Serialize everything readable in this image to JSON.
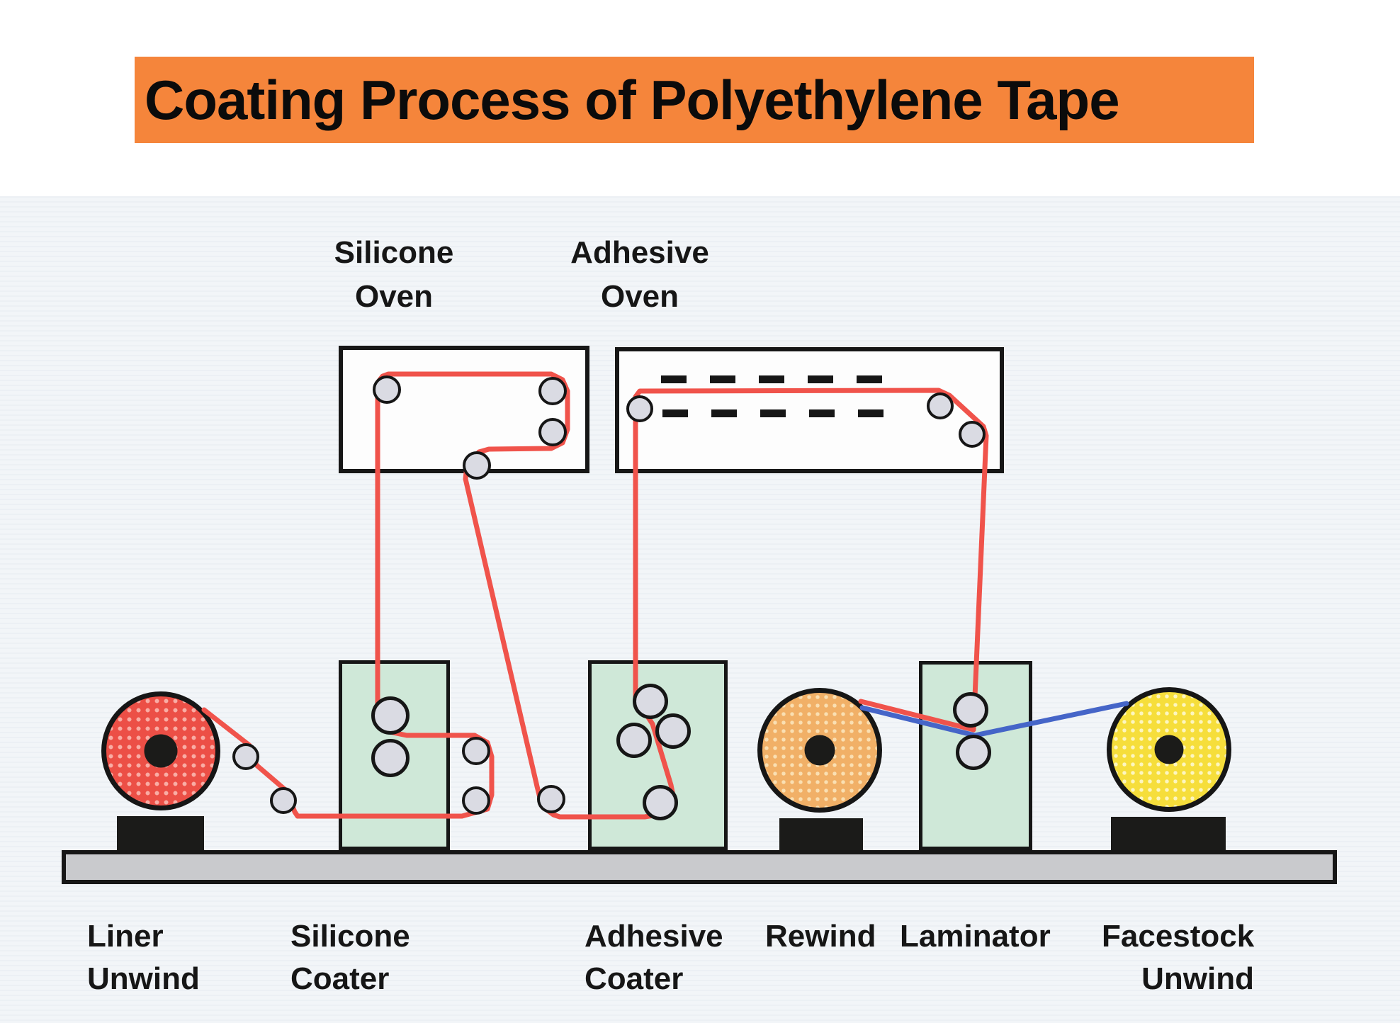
{
  "title": {
    "text": "Coating Process of Polyethylene Tape"
  },
  "labels": {
    "silicone_oven": [
      "Silicone",
      "Oven"
    ],
    "adhesive_oven": [
      "Adhesive",
      "Oven"
    ],
    "liner_unwind": [
      "Liner",
      "Unwind"
    ],
    "silicone_coater": [
      "Silicone",
      "Coater"
    ],
    "adhesive_coater": [
      "Adhesive",
      "Coater"
    ],
    "rewind": [
      "Rewind"
    ],
    "laminator": [
      "Laminator"
    ],
    "facestock_unwind": [
      "Facestock",
      "Unwind"
    ]
  },
  "colors": {
    "banner-orange": "#f5853b",
    "diagram-bg": "#f2f5f8",
    "web-red": "#f0534b",
    "web-blue": "#4565c8",
    "machine-green": "#cfe8d8",
    "roller-gray": "#dadbe3",
    "platform-gray": "#c9cacd",
    "pedestal-black": "#1b1b19",
    "outline-black": "#161616",
    "liner-roll-red": "#ec4f46",
    "liner-roll-dot": "#f9aca4",
    "rewind-roll-orange": "#f1b067",
    "rewind-roll-dot": "#fadfb2",
    "facestock-roll-yellow": "#f6de3b",
    "facestock-roll-dot": "#fdf6c0"
  }
}
